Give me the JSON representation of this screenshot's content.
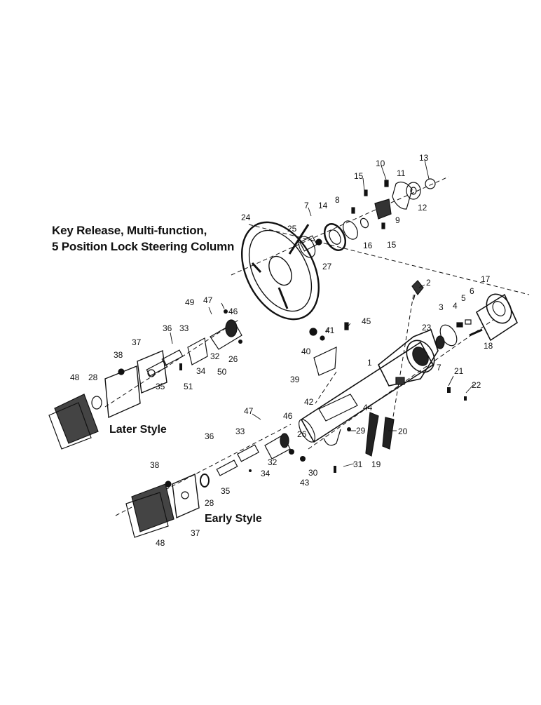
{
  "title": {
    "line1": "Key Release, Multi-function,",
    "line2": "5 Position Lock Steering Column"
  },
  "labels": {
    "later_style": "Later Style",
    "early_style": "Early Style"
  },
  "callouts": [
    {
      "id": "c1",
      "n": "1"
    },
    {
      "id": "c2",
      "n": "2"
    },
    {
      "id": "c3",
      "n": "3"
    },
    {
      "id": "c4",
      "n": "4"
    },
    {
      "id": "c5",
      "n": "5"
    },
    {
      "id": "c6",
      "n": "6"
    },
    {
      "id": "c7a",
      "n": "7"
    },
    {
      "id": "c7b",
      "n": "7"
    },
    {
      "id": "c8",
      "n": "8"
    },
    {
      "id": "c9",
      "n": "9"
    },
    {
      "id": "c10",
      "n": "10"
    },
    {
      "id": "c11",
      "n": "11"
    },
    {
      "id": "c12",
      "n": "12"
    },
    {
      "id": "c13",
      "n": "13"
    },
    {
      "id": "c14",
      "n": "14"
    },
    {
      "id": "c15a",
      "n": "15"
    },
    {
      "id": "c15b",
      "n": "15"
    },
    {
      "id": "c16",
      "n": "16"
    },
    {
      "id": "c17",
      "n": "17"
    },
    {
      "id": "c18",
      "n": "18"
    },
    {
      "id": "c19",
      "n": "19"
    },
    {
      "id": "c20",
      "n": "20"
    },
    {
      "id": "c21",
      "n": "21"
    },
    {
      "id": "c22",
      "n": "22"
    },
    {
      "id": "c23",
      "n": "23"
    },
    {
      "id": "c24",
      "n": "24"
    },
    {
      "id": "c25",
      "n": "25"
    },
    {
      "id": "c26a",
      "n": "26"
    },
    {
      "id": "c26b",
      "n": "26"
    },
    {
      "id": "c27",
      "n": "27"
    },
    {
      "id": "c28a",
      "n": "28"
    },
    {
      "id": "c28b",
      "n": "28"
    },
    {
      "id": "c29",
      "n": "29"
    },
    {
      "id": "c30",
      "n": "30"
    },
    {
      "id": "c31",
      "n": "31"
    },
    {
      "id": "c32a",
      "n": "32"
    },
    {
      "id": "c32b",
      "n": "32"
    },
    {
      "id": "c33a",
      "n": "33"
    },
    {
      "id": "c33b",
      "n": "33"
    },
    {
      "id": "c34a",
      "n": "34"
    },
    {
      "id": "c34b",
      "n": "34"
    },
    {
      "id": "c35a",
      "n": "35"
    },
    {
      "id": "c35b",
      "n": "35"
    },
    {
      "id": "c36a",
      "n": "36"
    },
    {
      "id": "c36b",
      "n": "36"
    },
    {
      "id": "c37a",
      "n": "37"
    },
    {
      "id": "c37b",
      "n": "37"
    },
    {
      "id": "c38a",
      "n": "38"
    },
    {
      "id": "c38b",
      "n": "38"
    },
    {
      "id": "c39",
      "n": "39"
    },
    {
      "id": "c40",
      "n": "40"
    },
    {
      "id": "c41",
      "n": "41"
    },
    {
      "id": "c42",
      "n": "42"
    },
    {
      "id": "c43",
      "n": "43"
    },
    {
      "id": "c44",
      "n": "44"
    },
    {
      "id": "c45",
      "n": "45"
    },
    {
      "id": "c46a",
      "n": "46"
    },
    {
      "id": "c46b",
      "n": "46"
    },
    {
      "id": "c47a",
      "n": "47"
    },
    {
      "id": "c47b",
      "n": "47"
    },
    {
      "id": "c48a",
      "n": "48"
    },
    {
      "id": "c48b",
      "n": "48"
    },
    {
      "id": "c49",
      "n": "49"
    },
    {
      "id": "c50",
      "n": "50"
    },
    {
      "id": "c51",
      "n": "51"
    }
  ]
}
